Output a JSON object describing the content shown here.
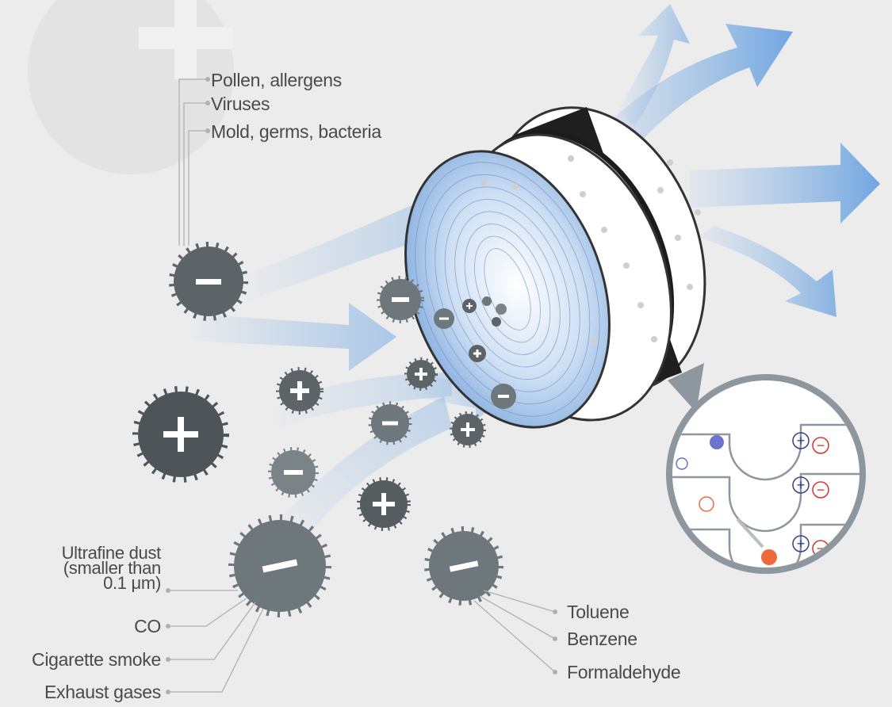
{
  "diagram": {
    "top_labels": [
      "Pollen, allergens",
      "Viruses",
      "Mold, germs, bacteria"
    ],
    "bottom_left_labels": [
      "CO",
      "Cigarette smoke",
      "Exhaust gases"
    ],
    "ultrafine_label": "Ultrafine dust\n(smaller than\n0.1 μm)",
    "bottom_right_labels": [
      "Toluene",
      "Benzene",
      "Formaldehyde"
    ],
    "charge_symbols": {
      "plus": "+",
      "minus": "−"
    },
    "colors": {
      "background": "#ececec",
      "particle": "#5c6468",
      "airflow": "#8fb8e6",
      "filter": "#ffffff",
      "positive": "#34408c",
      "negative": "#d9342b",
      "ion_blue": "#6c74cc",
      "ion_orange": "#ee6a3c"
    }
  }
}
